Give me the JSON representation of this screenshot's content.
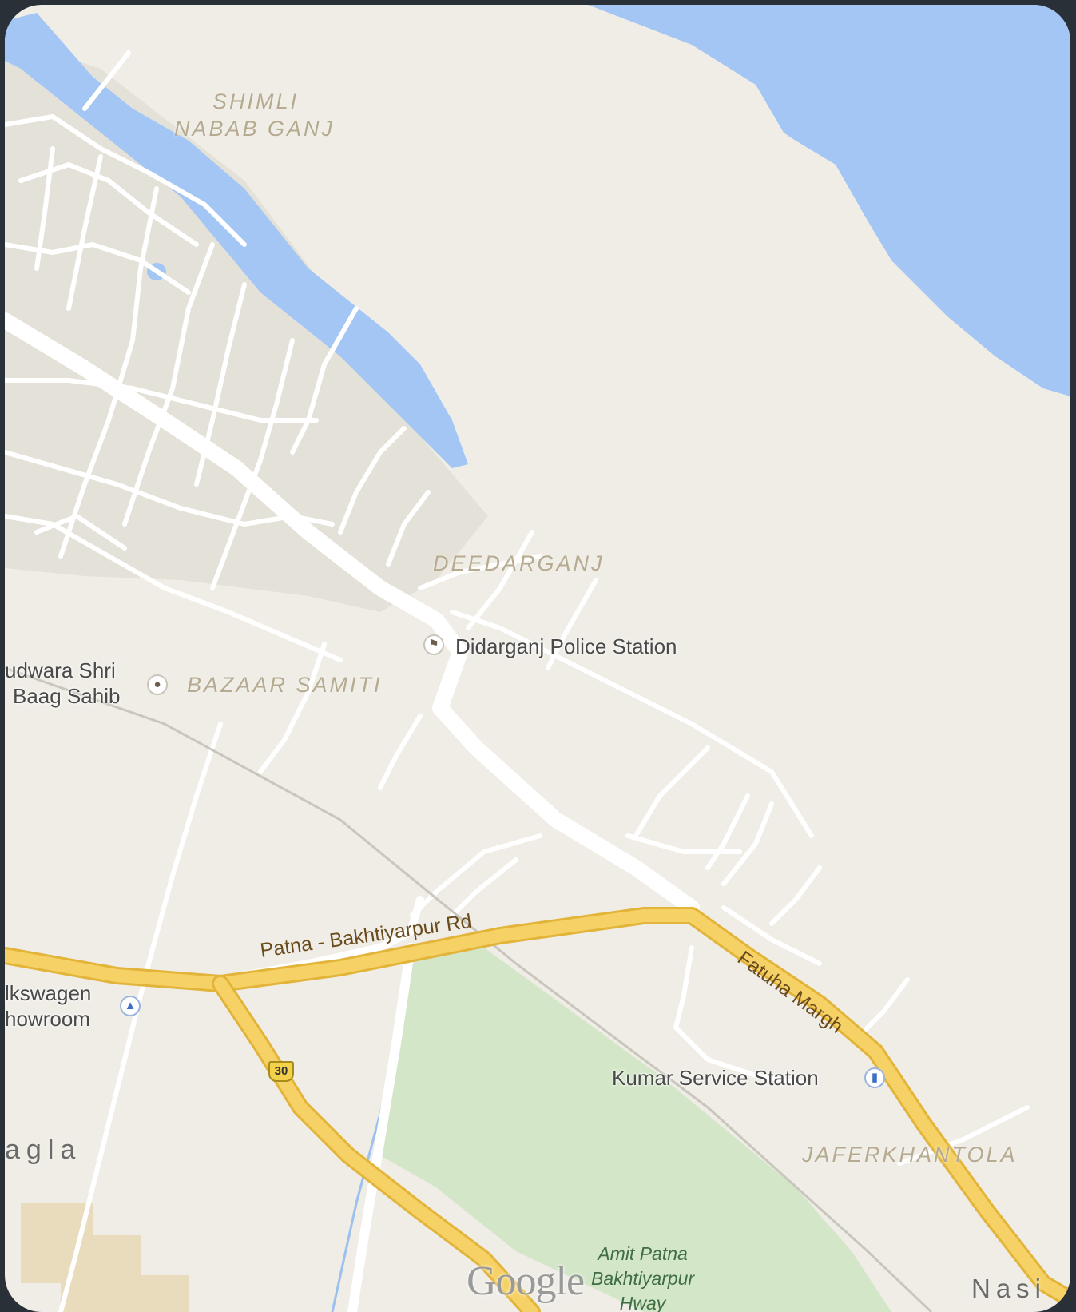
{
  "map": {
    "areas": {
      "shimli": "SHIMLI",
      "nabab_ganj": "NABAB GANJ",
      "deedarganj": "DEEDARGANJ",
      "bazaar_samiti": "BAZAAR SAMITI",
      "jaferkhantola": "JAFERKHANTOLA",
      "agla": "agla",
      "nasi": "Nasi"
    },
    "pois": {
      "police_station": "Didarganj Police Station",
      "gurudwara_line1": "udwara Shri",
      "gurudwara_line2": "Baag Sahib",
      "volkswagen_line1": "lkswagen",
      "volkswagen_line2": "howroom",
      "service_station": "Kumar Service Station"
    },
    "park": {
      "line1": "Amit Patna",
      "line2": "Bakhtiyarpur",
      "line3": "Hway"
    },
    "roads": {
      "patna_bakhtiyarpur": "Patna - Bakhtiyarpur Rd",
      "fatuha_margh": "Fatuha Margh",
      "highway_number": "30"
    },
    "attribution": "Google",
    "colors": {
      "land": "#efede6",
      "urban": "#e4e1d8",
      "water": "#a3c6f5",
      "park": "#d3e6c8",
      "highway": "#f6d266",
      "highway_edge": "#e2b43a",
      "road": "#ffffff"
    }
  }
}
